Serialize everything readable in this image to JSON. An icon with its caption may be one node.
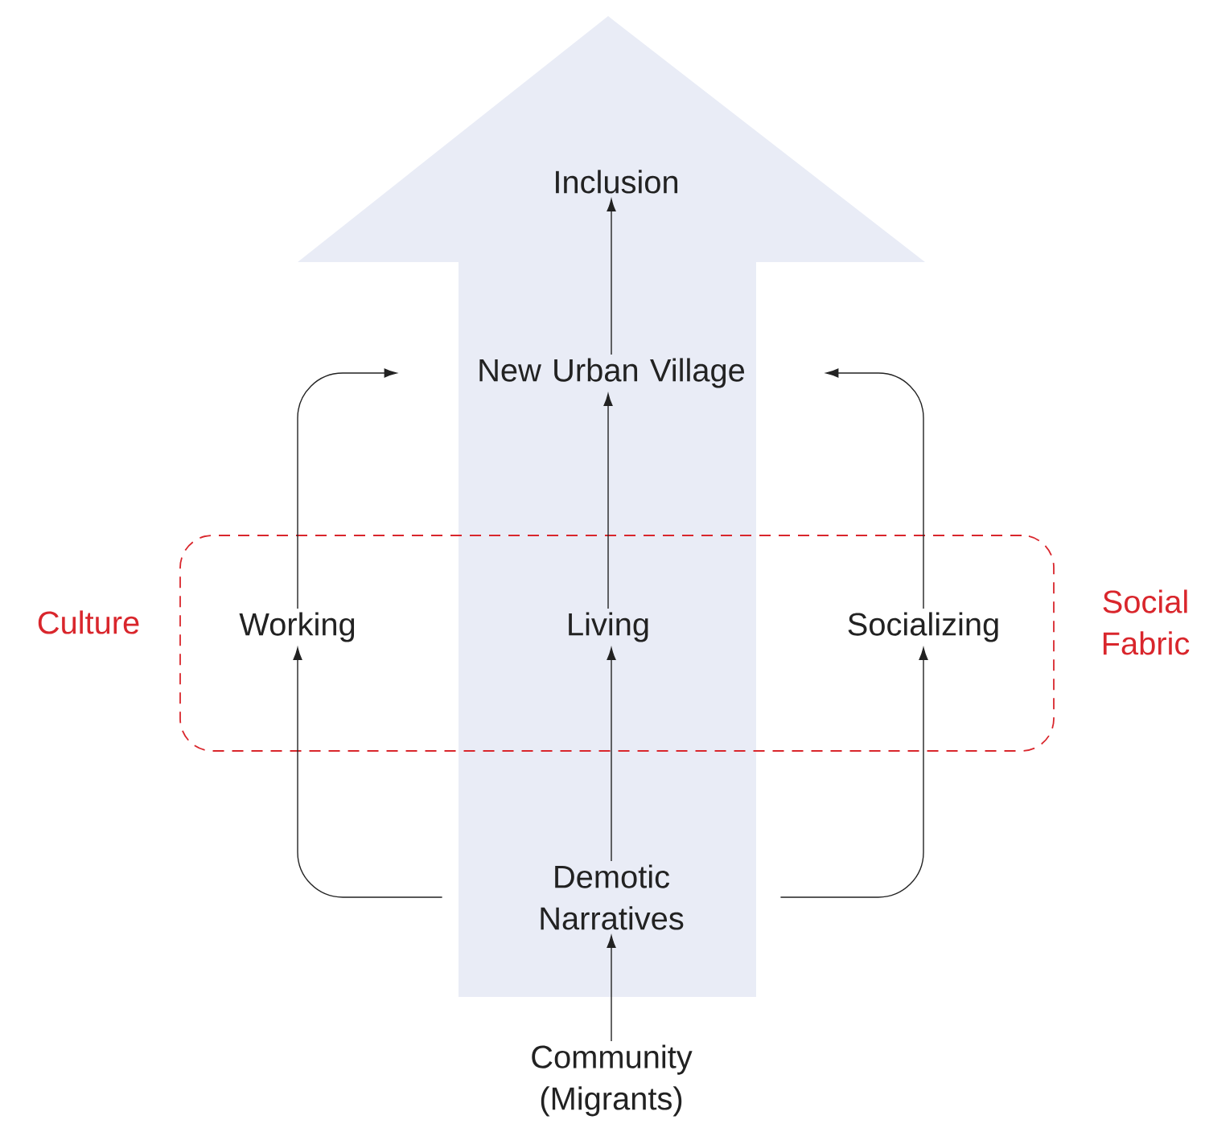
{
  "diagram": {
    "nodes": [
      {
        "text": [
          "Culture",
          "Social Fabric"
        ]
      },
      {
        "text": [
          "Inclusion"
        ]
      },
      {
        "text": [
          "New Urban Village"
        ]
      },
      {
        "text": [
          "Working"
        ],
        "in": 0
      },
      {
        "text": [
          "Living"
        ],
        "in": 0
      },
      {
        "text": [
          "Socializing"
        ],
        "in": 0
      },
      {
        "text": [
          "Demotic Narratives"
        ]
      },
      {
        "text": [
          "Community (Migrants)"
        ]
      }
    ],
    "edges": [
      {
        "from": 7,
        "to": 6,
        "arrow": "to"
      },
      {
        "from": 6,
        "to": 3,
        "arrow": "to"
      },
      {
        "from": 6,
        "to": 4,
        "arrow": "to"
      },
      {
        "from": 6,
        "to": 5,
        "arrow": "to"
      },
      {
        "from": 3,
        "to": 2,
        "arrow": "to"
      },
      {
        "from": 4,
        "to": 2,
        "arrow": "to"
      },
      {
        "from": 5,
        "to": 2,
        "arrow": "to"
      },
      {
        "from": 2,
        "to": 1,
        "arrow": "to"
      }
    ]
  }
}
